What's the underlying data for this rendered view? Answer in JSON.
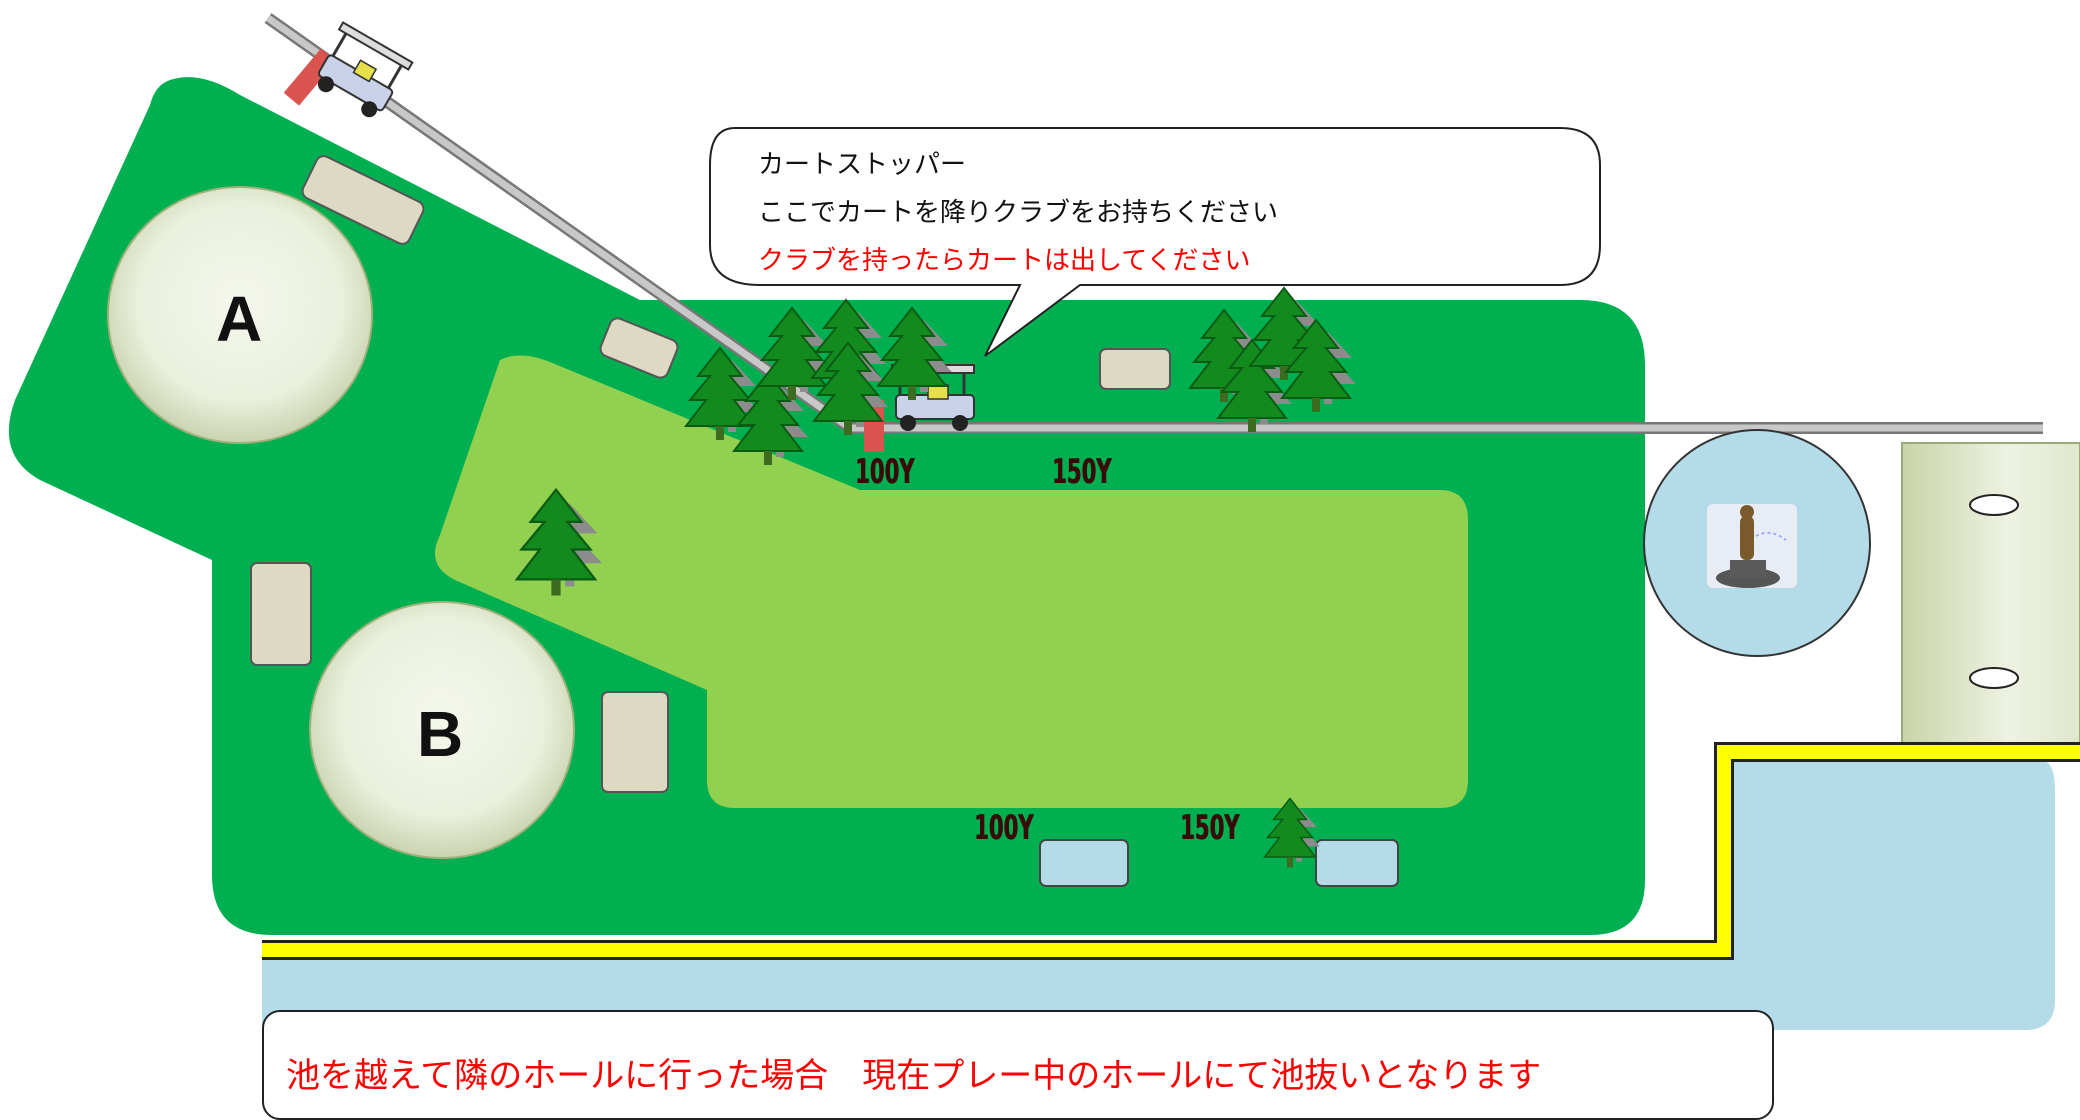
{
  "greens": {
    "a_label": "A",
    "b_label": "B"
  },
  "yardage": {
    "top_100": "100Y",
    "top_150": "150Y",
    "bottom_100": "100Y",
    "bottom_150": "150Y"
  },
  "callout": {
    "line1": "カートストッパー",
    "line2": "ここでカートを降りクラブをお持ちください",
    "line3": "クラブを持ったらカートは出してください"
  },
  "pond_note": {
    "text": "池を越えて隣のホールに行った場合　現在プレー中のホールにて池抜いとなります"
  },
  "colors": {
    "rough": "#00b050",
    "fairway": "#92d050",
    "water": "#b4dce8",
    "bunker": "#ddd9c3",
    "green": "#ebf1de",
    "boundary": "#ffff00",
    "stopper": "#d9534f",
    "warning_text": "#ff0000"
  },
  "icons": {
    "tree": "pine-tree-icon",
    "cart": "golf-cart-icon",
    "statue": "statue-icon"
  }
}
